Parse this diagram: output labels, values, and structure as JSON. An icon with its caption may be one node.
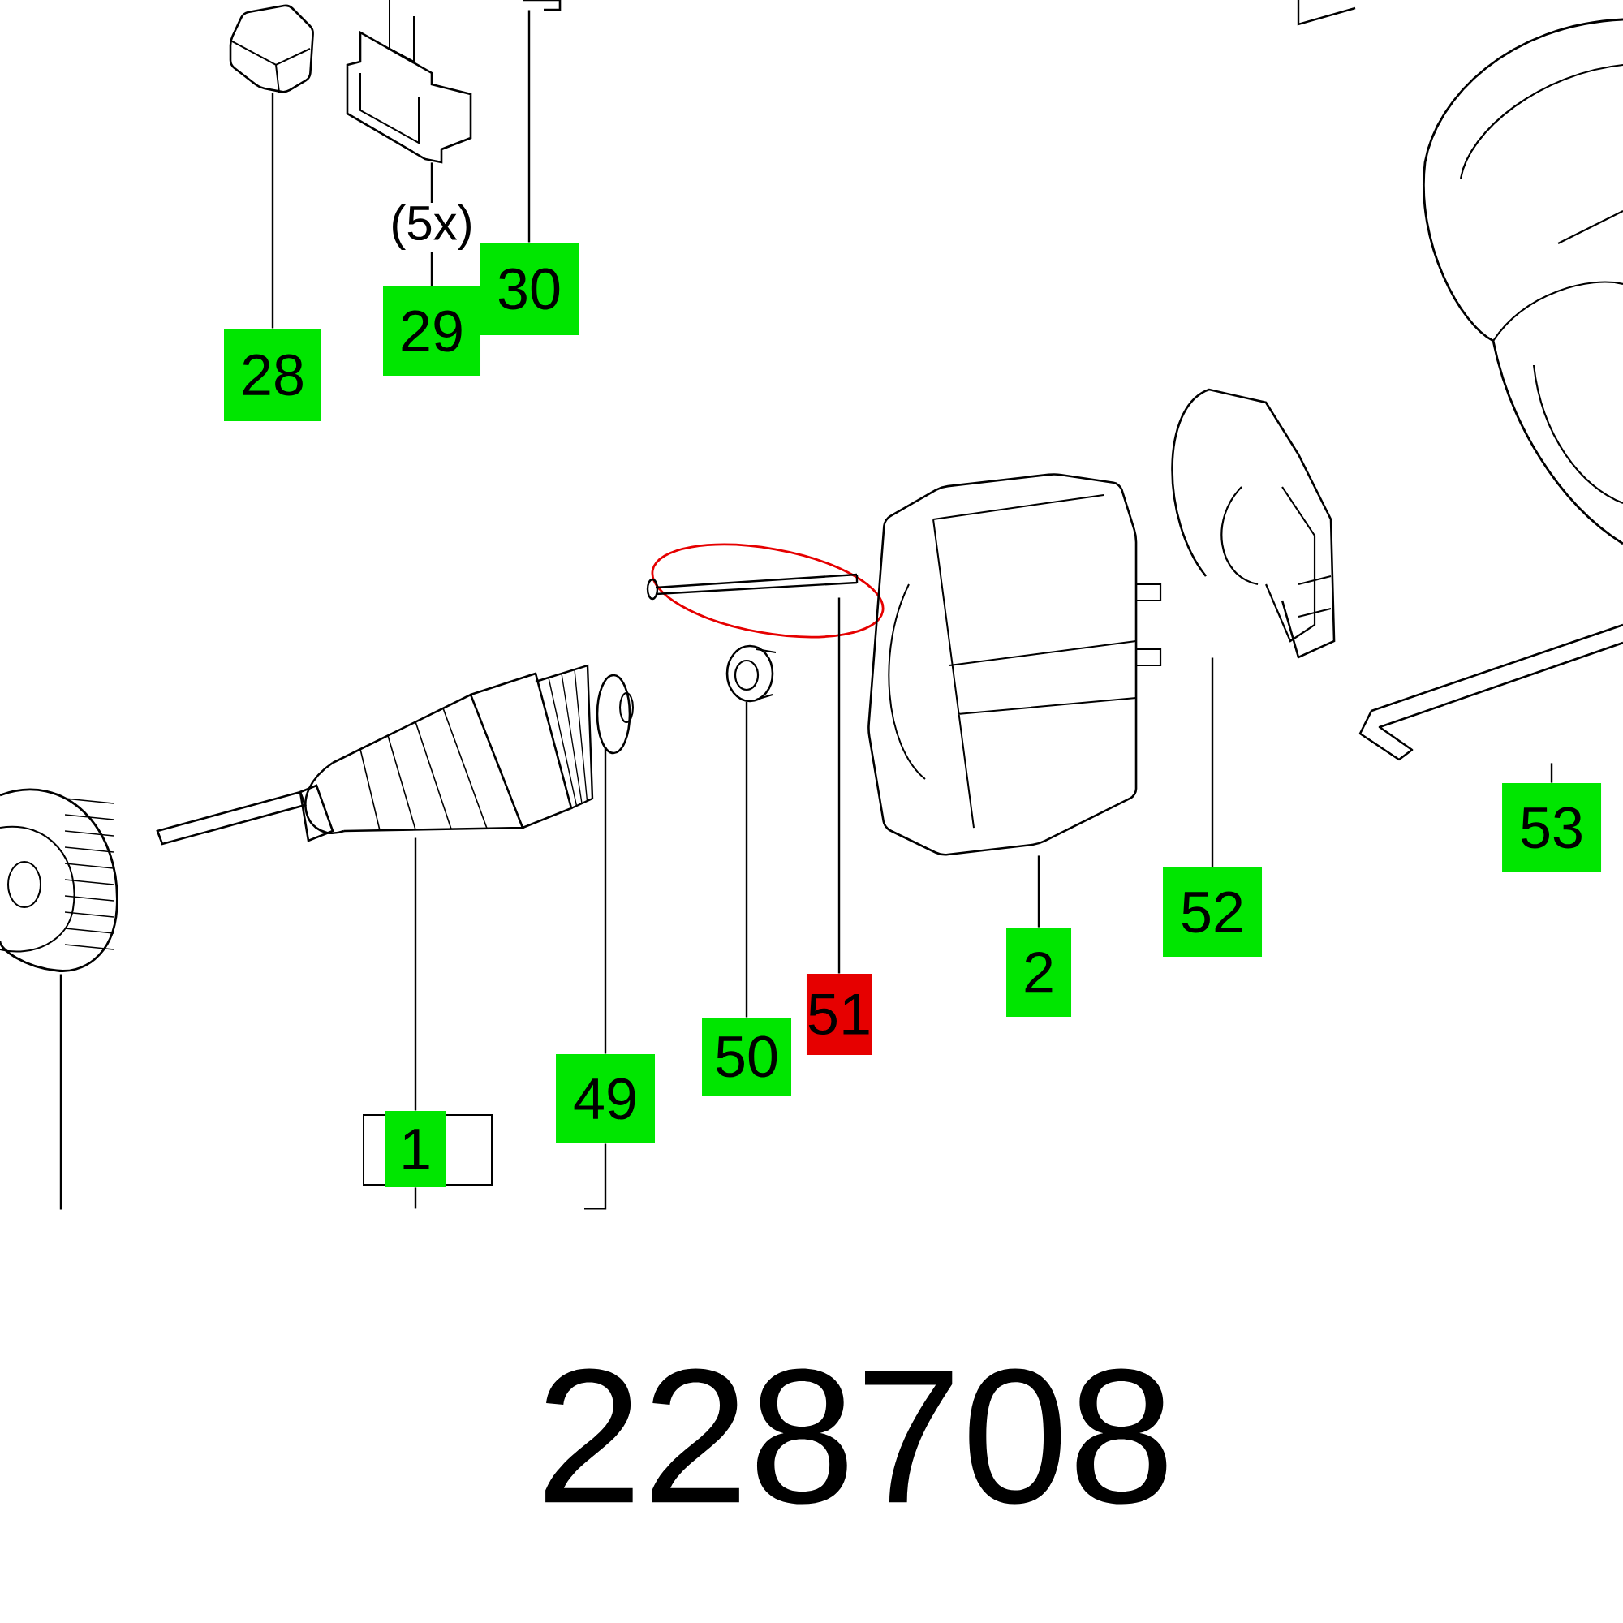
{
  "diagram": {
    "nodes": [
      {
        "text": [
          "28"
        ]
      },
      {
        "text": [
          "29"
        ]
      },
      {
        "text": [
          "30"
        ]
      },
      {
        "text": [
          "1"
        ]
      },
      {
        "text": [
          "49"
        ]
      },
      {
        "text": [
          "50"
        ]
      },
      {
        "text": [
          "51"
        ]
      },
      {
        "text": [
          "2"
        ]
      },
      {
        "text": [
          "52"
        ]
      },
      {
        "text": [
          "53"
        ]
      },
      {
        "text": [],
        "shape": "picture"
      },
      {
        "text": [],
        "shape": "picture"
      },
      {
        "text": [],
        "shape": "picture"
      },
      {
        "text": [],
        "shape": "picture"
      },
      {
        "text": [],
        "shape": "picture"
      },
      {
        "text": [],
        "shape": "picture"
      },
      {
        "text": [],
        "shape": "picture"
      },
      {
        "text": [],
        "shape": "picture"
      },
      {
        "text": [],
        "shape": "picture"
      },
      {
        "text": [],
        "shape": "picture"
      },
      {
        "text": [],
        "shape": "picture"
      }
    ],
    "edges": [
      {
        "from": 0,
        "to": 10,
        "arrow": "none"
      },
      {
        "from": 1,
        "to": 11,
        "arrow": "none",
        "label": "(5x)"
      },
      {
        "from": 2,
        "to": 12,
        "arrow": "none"
      },
      {
        "from": 3,
        "to": 13,
        "arrow": "none"
      },
      {
        "from": 4,
        "to": 14,
        "arrow": "none"
      },
      {
        "from": 5,
        "to": 15,
        "arrow": "none"
      },
      {
        "from": 6,
        "to": 16,
        "arrow": "none"
      },
      {
        "from": 7,
        "to": 17,
        "arrow": "none"
      },
      {
        "from": 8,
        "to": 18,
        "arrow": "none"
      },
      {
        "from": 9,
        "to": 19,
        "arrow": "none"
      },
      {
        "from": 20,
        "to": null,
        "arrow": "none"
      },
      {
        "from": 3,
        "to": null,
        "arrow": "none"
      },
      {
        "from": 4,
        "to": null,
        "arrow": "none"
      }
    ],
    "labels": [
      "228708"
    ]
  }
}
